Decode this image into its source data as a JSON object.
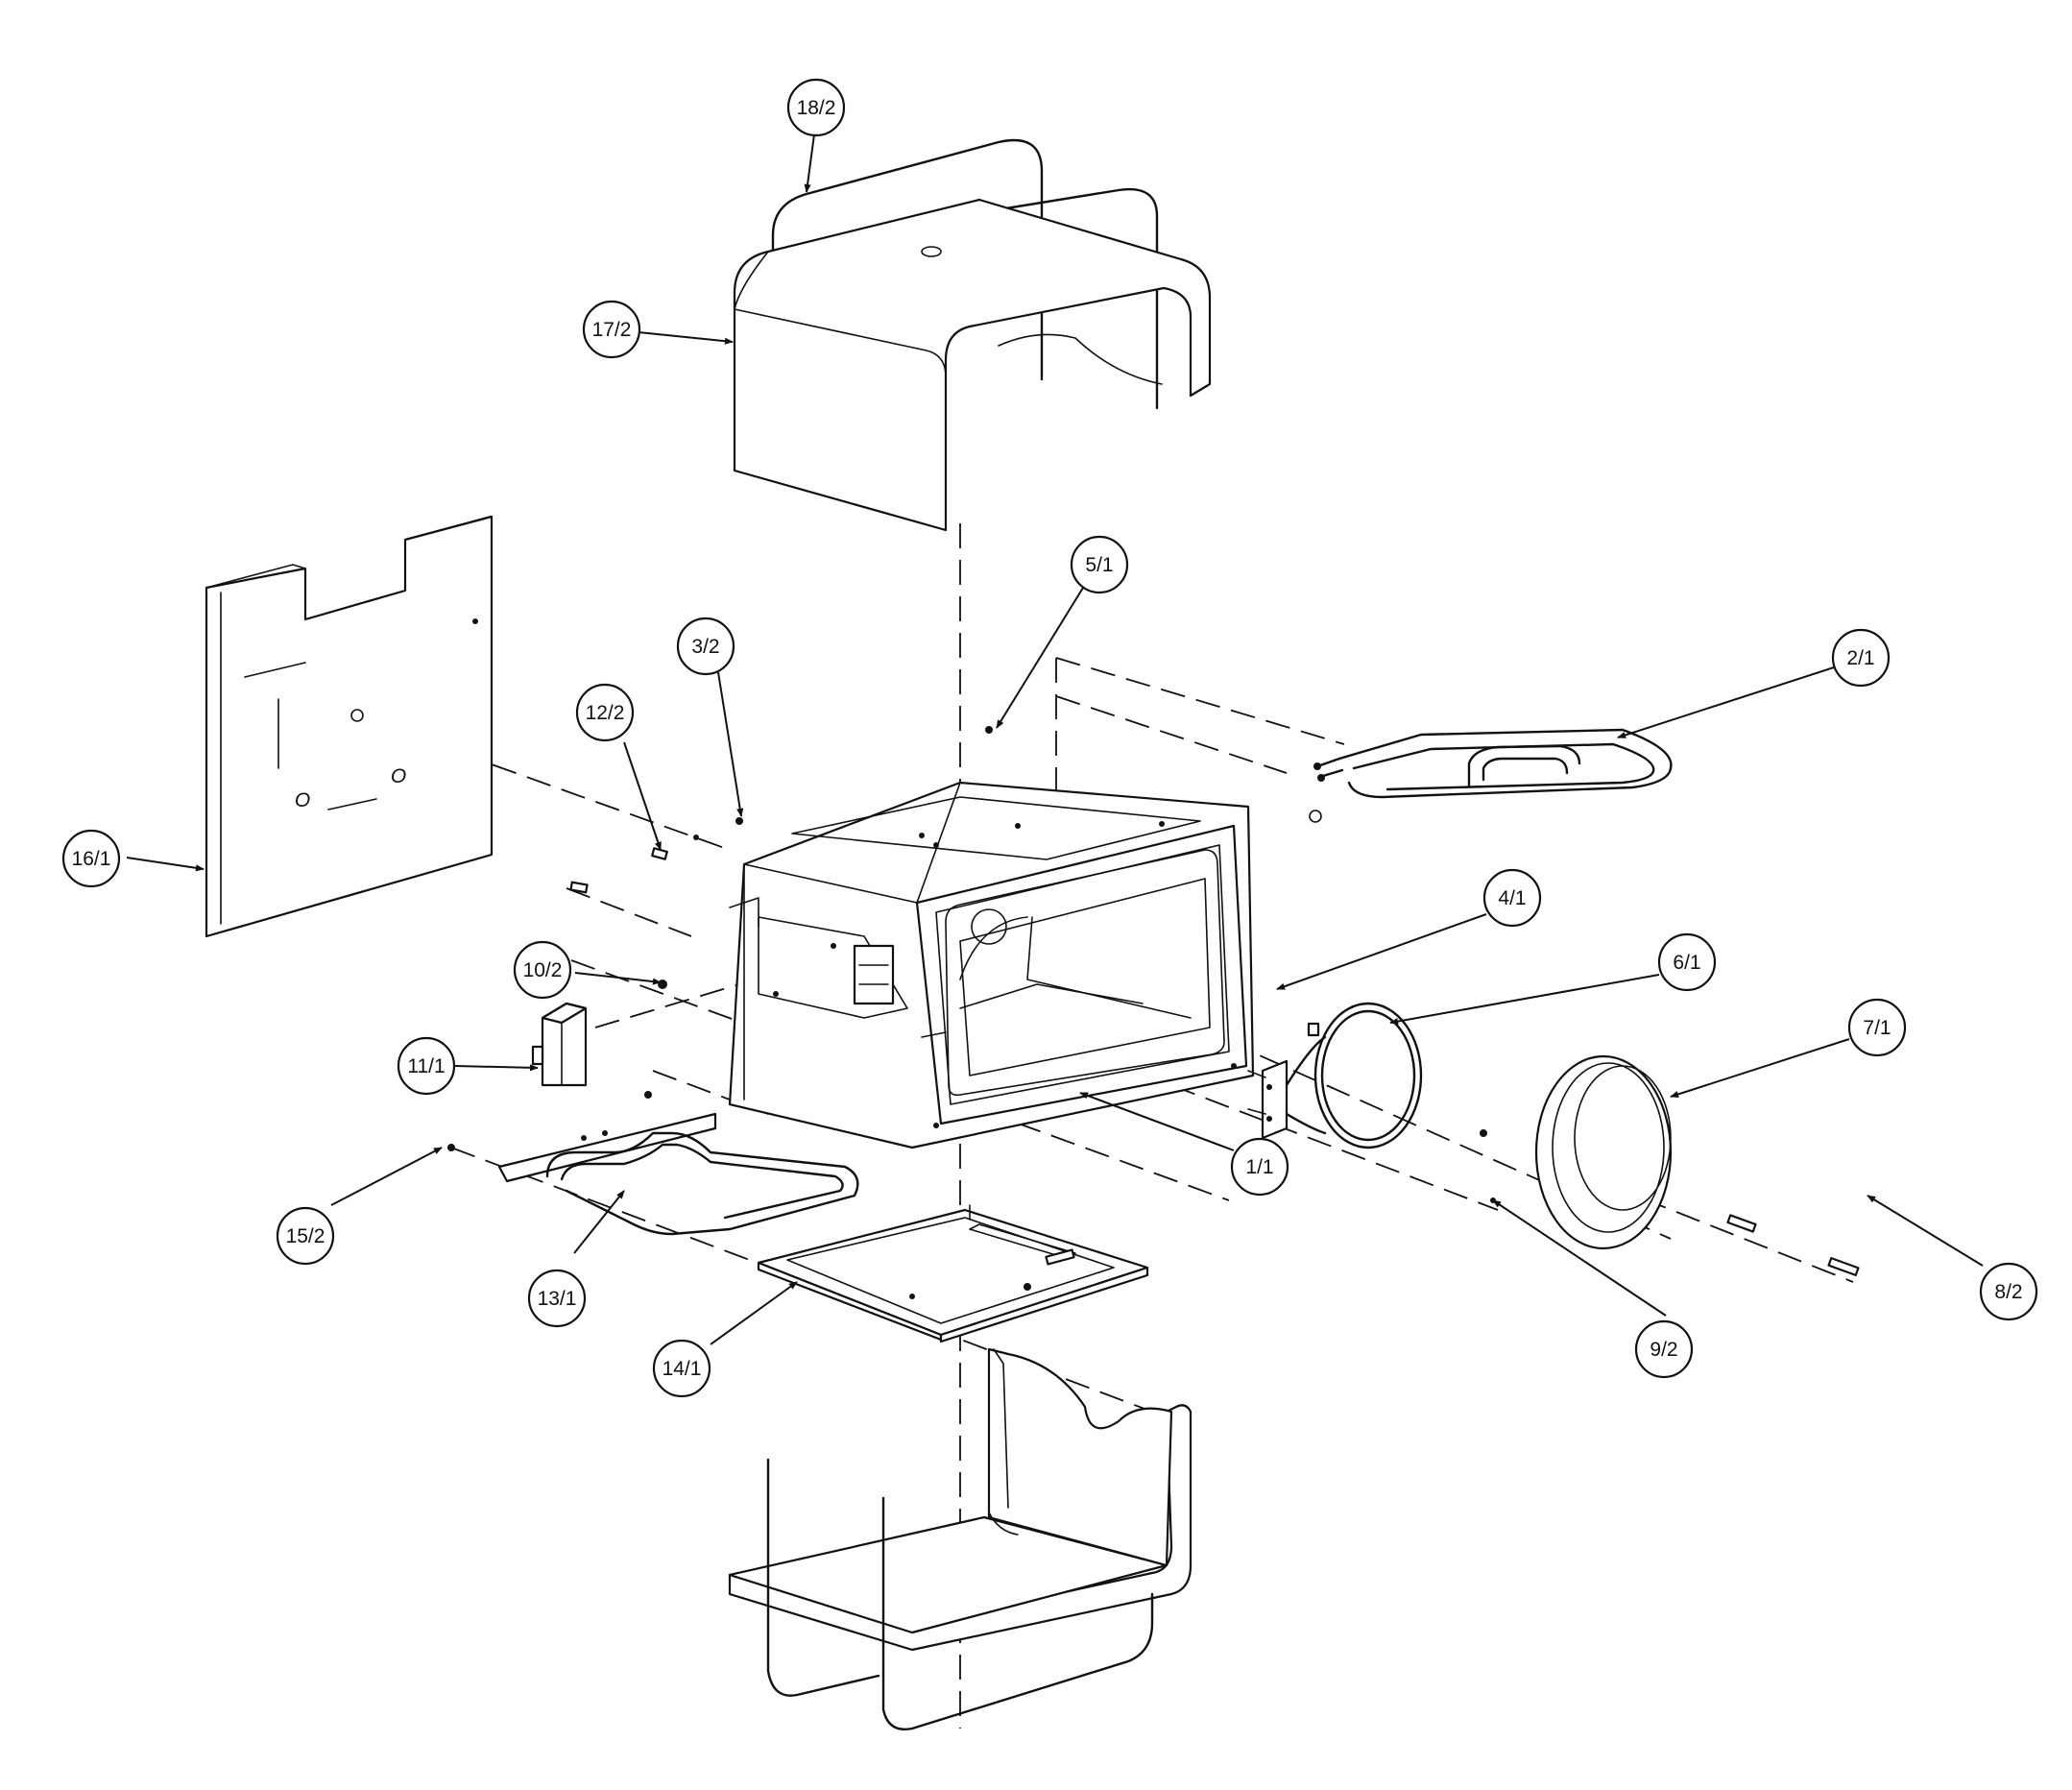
{
  "callouts": [
    {
      "id": "c18",
      "label": "18/2"
    },
    {
      "id": "c17",
      "label": "17/2"
    },
    {
      "id": "c16",
      "label": "16/1"
    },
    {
      "id": "c5",
      "label": "5/1"
    },
    {
      "id": "c3",
      "label": "3/2"
    },
    {
      "id": "c12",
      "label": "12/2"
    },
    {
      "id": "c2",
      "label": "2/1"
    },
    {
      "id": "c4",
      "label": "4/1"
    },
    {
      "id": "c6",
      "label": "6/1"
    },
    {
      "id": "c7",
      "label": "7/1"
    },
    {
      "id": "c10",
      "label": "10/2"
    },
    {
      "id": "c11",
      "label": "11/1"
    },
    {
      "id": "c1",
      "label": "1/1"
    },
    {
      "id": "c15",
      "label": "15/2"
    },
    {
      "id": "c13",
      "label": "13/1"
    },
    {
      "id": "c14",
      "label": "14/1"
    },
    {
      "id": "c9",
      "label": "9/2"
    },
    {
      "id": "c8",
      "label": "8/2"
    }
  ],
  "panel_marks": [
    "O",
    "O"
  ],
  "colors": {
    "line": "#111111",
    "background": "#ffffff"
  }
}
